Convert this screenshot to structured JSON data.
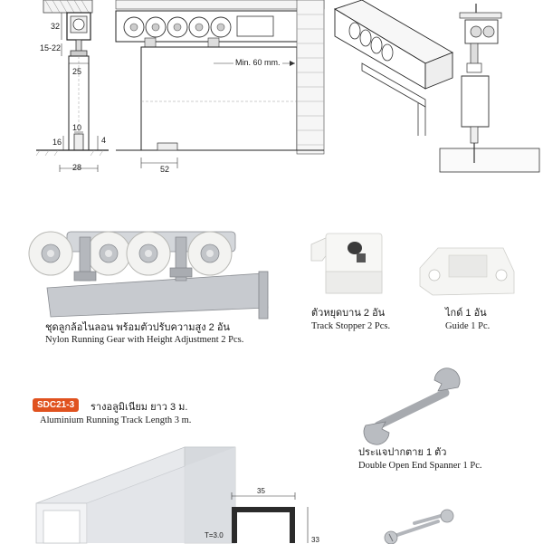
{
  "top_drawings": {
    "left_section": {
      "dim_32": "32",
      "dim_15_22": "15-22",
      "dim_25": "25",
      "dim_10": "10",
      "dim_16": "16",
      "dim_4": "4",
      "dim_28": "28"
    },
    "middle_section": {
      "min_label": "Min. 60  mm.",
      "dim_52": "52"
    }
  },
  "parts": {
    "running_gear": {
      "label_th": "ชุดลูกล้อไนลอน พร้อมตัวปรับความสูง 2 อัน",
      "label_en": "Nylon Running Gear with Height Adjustment 2 Pcs."
    },
    "track_stopper": {
      "label_th": "ตัวหยุดบาน 2 อัน",
      "label_en": "Track Stopper 2 Pcs."
    },
    "guide": {
      "label_th": "ไกด์ 1 อัน",
      "label_en": "Guide 1 Pc."
    },
    "track": {
      "badge": "SDC21-3",
      "label_th": "รางอลูมิเนียม ยาว 3 ม.",
      "label_en": "Aluminium Running Track Length 3 m.",
      "dim_35": "35",
      "dim_t": "T=3.0",
      "dim_33": "33"
    },
    "spanner": {
      "label_th": "ประแจปากตาย 1 ตัว",
      "label_en": "Double Open End Spanner 1 Pc."
    }
  },
  "colors": {
    "badge": "#e0521f",
    "metal": "#c9ccd0",
    "nylon": "#f2f2f0",
    "line": "#333333"
  }
}
